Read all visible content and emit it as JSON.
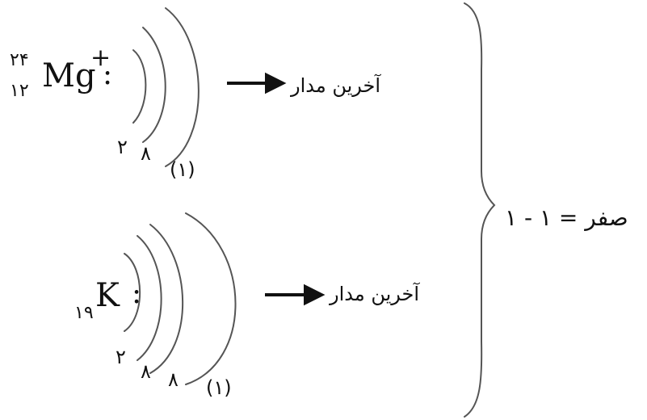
{
  "diagram": {
    "mg": {
      "mass_number": "۲۴",
      "atomic_number": "۱۲",
      "symbol": "Mg",
      "charge": "+",
      "colon": ":",
      "shell_values": [
        "۲",
        "۸",
        "(۱)"
      ],
      "label": "آخرین مدار"
    },
    "k": {
      "atomic_number": "۱۹",
      "symbol": "K",
      "colon": ":",
      "shell_values": [
        "۲",
        "۸",
        "۸",
        "(۱)"
      ],
      "label": "آخرین مدار"
    },
    "result": "صفر = ۱ - ۱"
  },
  "colors": {
    "ink": "#111111",
    "background": "#ffffff"
  }
}
